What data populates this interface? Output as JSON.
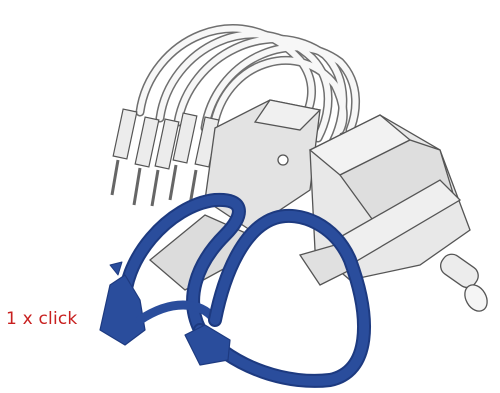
{
  "annotation": {
    "text": "1 x click",
    "color": "#c8201f"
  },
  "colors": {
    "cable_tie": "#2a4d9c",
    "cable_tie_dark": "#1d3a80",
    "component_body": "#e6e6e6",
    "component_shade": "#cfcfcf",
    "wire": "#f2f2f2",
    "outline": "#555555"
  },
  "parts": [
    "potentiometer",
    "jumper-wires",
    "cable-tie-1",
    "cable-tie-2"
  ]
}
